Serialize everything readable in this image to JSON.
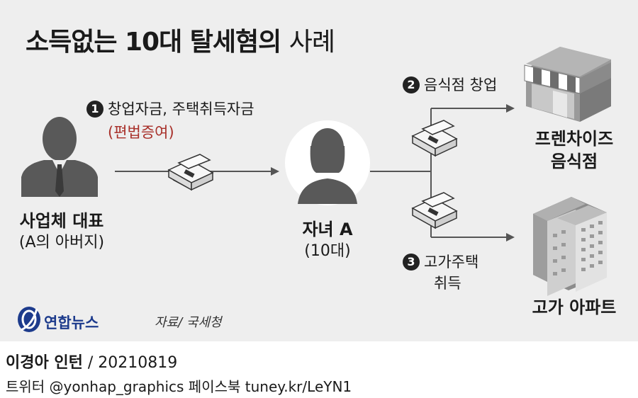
{
  "title": {
    "bold": "소득없는 10대 탈세혐의",
    "light": "사례"
  },
  "father": {
    "name": "사업체 대표",
    "note": "(A의 아버지)"
  },
  "child": {
    "name": "자녀 A",
    "note": "(10대)"
  },
  "step1": {
    "badge": "1",
    "text": "창업자금, 주택취득자금",
    "detail": "(편법증여)"
  },
  "step2": {
    "badge": "2",
    "text": "음식점 창업"
  },
  "step3": {
    "badge": "3",
    "text_line1": "고가주택",
    "text_line2": "취득"
  },
  "restaurant": {
    "line1": "프렌차이즈",
    "line2": "음식점"
  },
  "apartment": {
    "name": "고가 아파트"
  },
  "logo": {
    "name": "연합뉴스"
  },
  "source": "자료/ 국세청",
  "credit": {
    "author": "이경아 인턴",
    "date": "/ 20210819"
  },
  "social": "트위터 @yonhap_graphics  페이스북 tuney.kr/LeYN1",
  "colors": {
    "panel": "#eeeeee",
    "gift": "#a8302a",
    "logo": "#1d3b8c",
    "silhouette": "#555555"
  }
}
